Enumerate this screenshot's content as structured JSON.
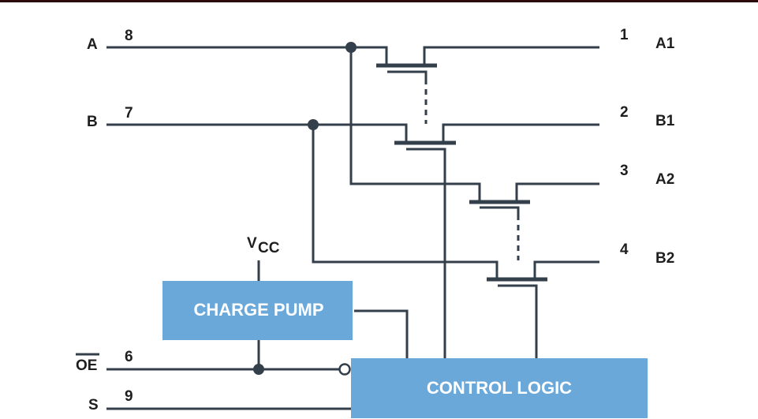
{
  "diagram": {
    "title": "",
    "colors": {
      "wire": "#333f4a",
      "block": "#6aa8da",
      "block_text": "#ffffff",
      "label": "#1e1e1e",
      "top_bar": "#2b0a0c"
    },
    "inputs": [
      {
        "signal": "A",
        "pin": "8"
      },
      {
        "signal": "B",
        "pin": "7"
      },
      {
        "signal": "OE",
        "pin": "6",
        "overbar": true,
        "active_low_bubble": true
      },
      {
        "signal": "S",
        "pin": "9"
      }
    ],
    "outputs": [
      {
        "signal": "A1",
        "pin": "1"
      },
      {
        "signal": "B1",
        "pin": "2"
      },
      {
        "signal": "A2",
        "pin": "3"
      },
      {
        "signal": "B2",
        "pin": "4"
      }
    ],
    "supply": {
      "label": "V",
      "subscript": "CC"
    },
    "blocks": {
      "charge_pump": "CHARGE PUMP",
      "control_logic": "CONTROL LOGIC"
    },
    "switches": [
      {
        "name": "A-to-A1",
        "from": "A",
        "to": "A1"
      },
      {
        "name": "B-to-B1",
        "from": "B",
        "to": "B1"
      },
      {
        "name": "A-to-A2",
        "from": "A",
        "to": "A2"
      },
      {
        "name": "B-to-B2",
        "from": "B",
        "to": "B2"
      }
    ]
  }
}
